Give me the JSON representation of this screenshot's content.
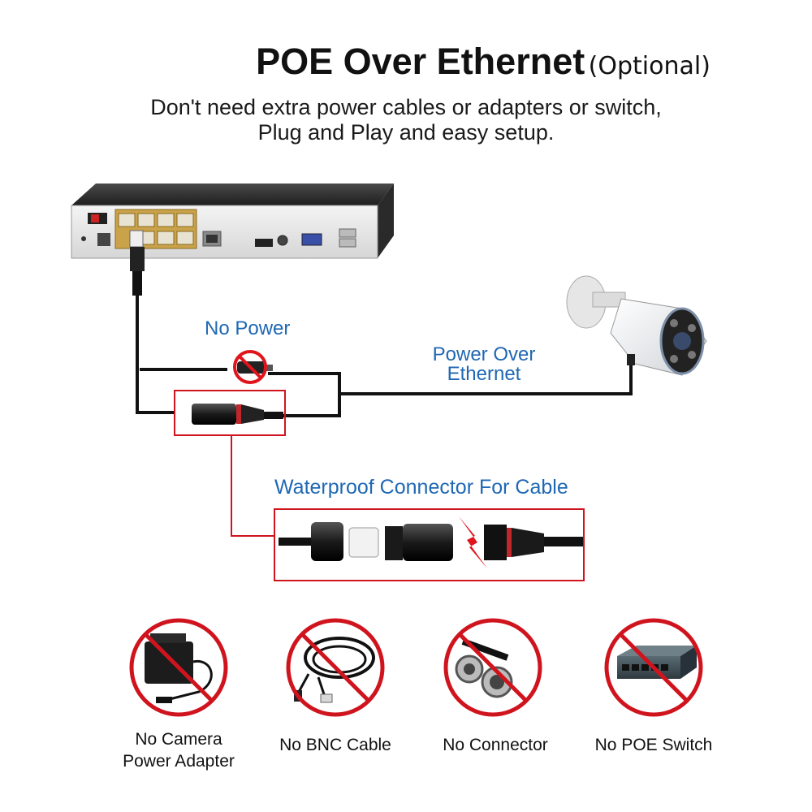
{
  "title": {
    "main": "POE Over Ethernet",
    "optional": "(Optional)"
  },
  "subtitle": {
    "line1": "Don't need extra power cables or adapters or switch,",
    "line2": "Plug and Play and easy setup."
  },
  "labels": {
    "no_power": "No Power",
    "poe_line1": "Power Over",
    "poe_line2": "Ethernet",
    "waterproof": "Waterproof Connector For Cable"
  },
  "forbidden_items": [
    {
      "line1": "No Camera",
      "line2": "Power Adapter"
    },
    {
      "line1": "No BNC Cable",
      "line2": ""
    },
    {
      "line1": "No Connector",
      "line2": ""
    },
    {
      "line1": "No POE Switch",
      "line2": ""
    }
  ],
  "colors": {
    "accent_blue": "#1f68b4",
    "highlight_red": "#d0141e",
    "cable": "#111111"
  },
  "icons": [
    "nvr-recorder-icon",
    "bullet-camera-icon",
    "dc-power-plug-icon",
    "no-symbol-icon",
    "waterproof-connector-icon",
    "power-adapter-icon",
    "bnc-cable-icon",
    "aviation-connector-icon",
    "poe-switch-icon"
  ]
}
